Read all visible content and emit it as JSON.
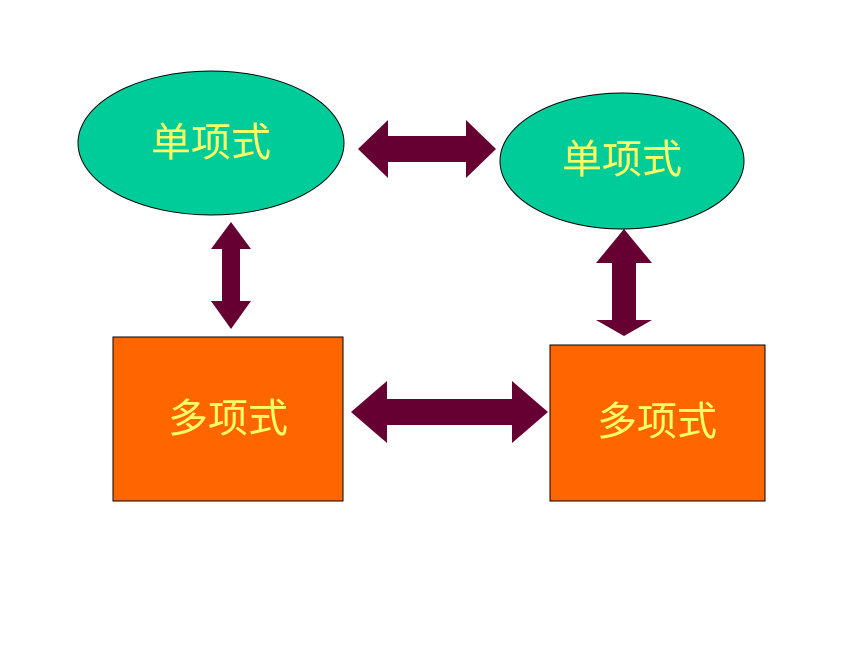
{
  "diagram": {
    "nodes": [
      {
        "id": "monomial-left",
        "label": "单项式",
        "shape": "ellipse"
      },
      {
        "id": "monomial-right",
        "label": "单项式",
        "shape": "ellipse"
      },
      {
        "id": "polynomial-left",
        "label": "多项式",
        "shape": "rect"
      },
      {
        "id": "polynomial-right",
        "label": "多项式",
        "shape": "rect"
      }
    ],
    "edges": [
      {
        "from": "monomial-left",
        "to": "monomial-right",
        "direction": "both"
      },
      {
        "from": "monomial-left",
        "to": "polynomial-left",
        "direction": "both"
      },
      {
        "from": "monomial-right",
        "to": "polynomial-right",
        "direction": "both"
      },
      {
        "from": "polynomial-left",
        "to": "polynomial-right",
        "direction": "both"
      }
    ]
  },
  "colors": {
    "ellipse_fill": "#00CC99",
    "rect_fill": "#FF6600",
    "arrow_fill": "#660033",
    "label_color": "#FFFF66",
    "outline": "#000000",
    "background": "#FFFFFF"
  }
}
